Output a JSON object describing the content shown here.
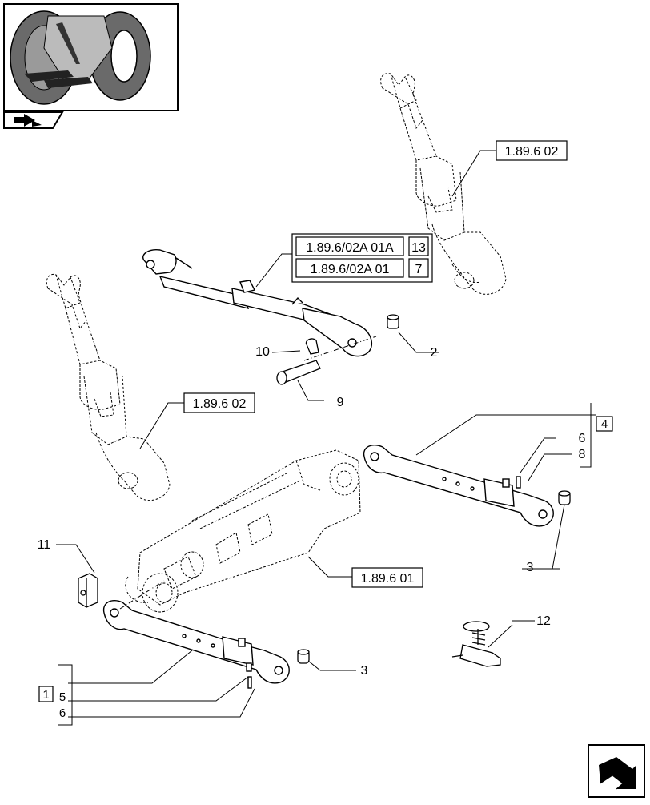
{
  "refs": {
    "ref_right_top": "1.89.6 02",
    "ref_left": "1.89.6 02",
    "ref_center_bottom": "1.89.6 01",
    "ref_toplink_a": "1.89.6/02A 01A",
    "ref_toplink_a_qty": "13",
    "ref_toplink_b": "1.89.6/02A 01",
    "ref_toplink_b_qty": "7"
  },
  "callouts": {
    "c1_box": "1",
    "c5": "5",
    "c6_bottom": "6",
    "c4_box": "4",
    "c6_right": "6",
    "c8": "8",
    "c2": "2",
    "c9": "9",
    "c10": "10",
    "c11": "11",
    "c3_right": "3",
    "c3_bottom": "3",
    "c12": "12"
  },
  "icons": {
    "thumbnail": "tractor-rear-hitch-thumbnail",
    "nav_prev": "back-arrow-icon",
    "nav_next": "next-page-arrow-icon"
  }
}
